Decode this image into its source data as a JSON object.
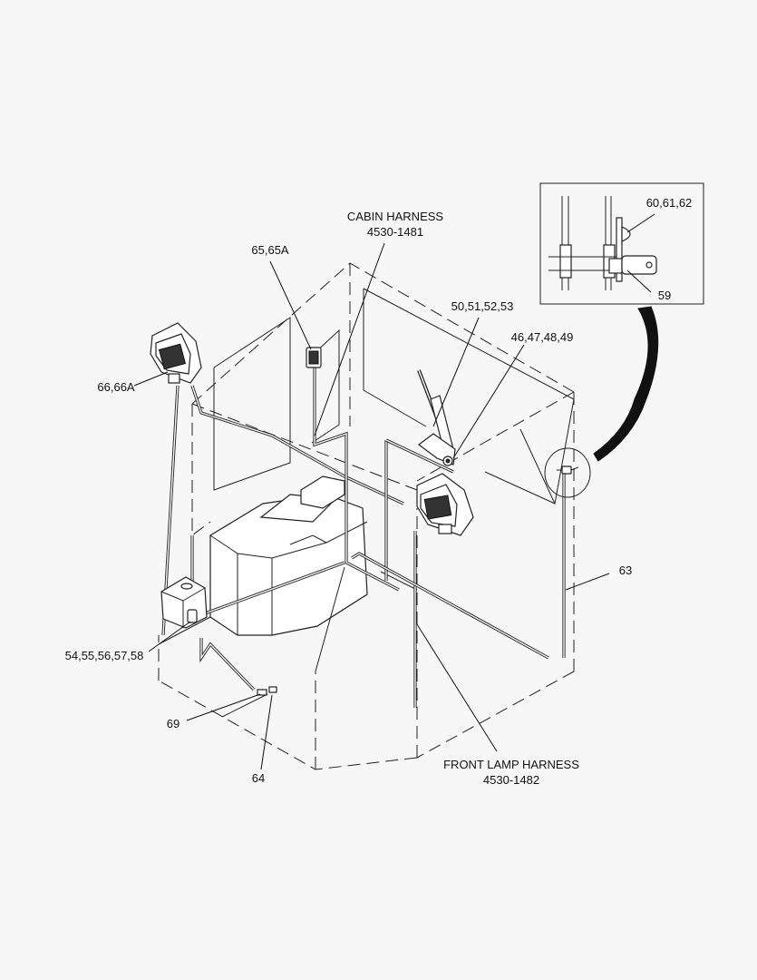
{
  "labels": {
    "cabin_harness_name": "CABIN HARNESS",
    "cabin_harness_part": "4530-1481",
    "front_lamp_harness_name": "FRONT LAMP HARNESS",
    "front_lamp_harness_part": "4530-1482",
    "callout_65": "65,65A",
    "callout_66": "66,66A",
    "callout_50": "50,51,52,53",
    "callout_46": "46,47,48,49",
    "callout_60": "60,61,62",
    "callout_59": "59",
    "callout_63": "63",
    "callout_54": "54,55,56,57,58",
    "callout_69": "69",
    "callout_64": "64"
  }
}
